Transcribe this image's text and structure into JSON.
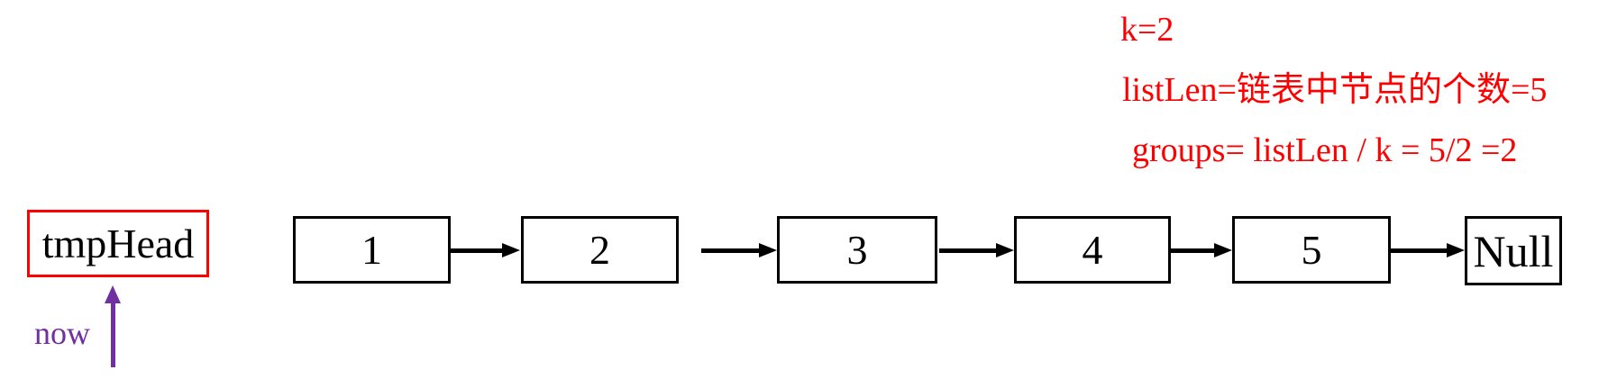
{
  "annotation": {
    "color": "#ff0000",
    "line1": "k=2",
    "line2": "listLen=链表中节点的个数=5",
    "line3": "groups= listLen / k = 5/2 =2"
  },
  "diagram": {
    "head_label": "tmpHead",
    "head_border_color": "#ff0000",
    "node_border_color": "#000000",
    "arrow_color": "#000000",
    "nodes": [
      "1",
      "2",
      "3",
      "4",
      "5"
    ],
    "terminator_label": "Null"
  },
  "pointer": {
    "label": "now",
    "color": "#7030a0"
  }
}
